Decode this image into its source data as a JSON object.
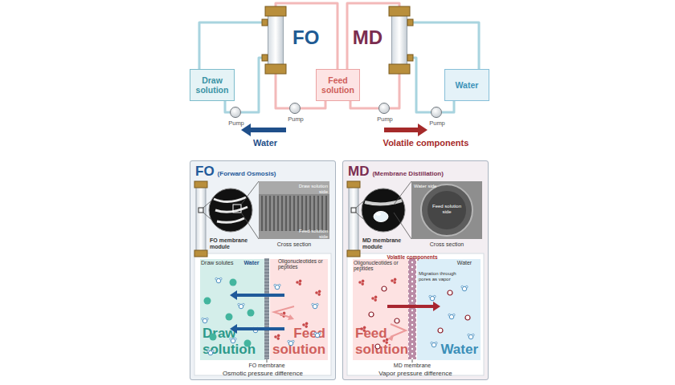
{
  "diagram": {
    "nodes": [
      {
        "text": [
          "FO"
        ]
      },
      {
        "text": [
          "MD"
        ]
      },
      {
        "text": [
          "Draw solution"
        ]
      },
      {
        "text": [
          "Feed solution"
        ]
      },
      {
        "text": [
          "Water"
        ]
      },
      {
        "text": [
          "Pump"
        ]
      },
      {
        "text": [
          "Pump"
        ]
      },
      {
        "text": [
          "Pump"
        ]
      },
      {
        "text": [
          "Pump"
        ]
      },
      {
        "text": [
          "FO",
          "(Forward Osmosis)"
        ]
      },
      {
        "text": [
          "MD",
          "(Membrane Distillation)"
        ]
      },
      {
        "text": [
          "Draw solution"
        ],
        "in": 9
      },
      {
        "text": [
          "Feed solution"
        ],
        "in": 9
      },
      {
        "text": [
          "Feed solution"
        ],
        "in": 10
      },
      {
        "text": [
          "Water"
        ],
        "in": 10
      }
    ],
    "edges": [
      {
        "from": 2,
        "to": 5,
        "arrow": "none"
      },
      {
        "from": 5,
        "to": 0,
        "arrow": "none"
      },
      {
        "from": 0,
        "to": 2,
        "arrow": "none"
      },
      {
        "from": 3,
        "to": 6,
        "arrow": "none"
      },
      {
        "from": 6,
        "to": 0,
        "arrow": "none"
      },
      {
        "from": 0,
        "to": 3,
        "arrow": "none"
      },
      {
        "from": 3,
        "to": 7,
        "arrow": "none"
      },
      {
        "from": 7,
        "to": 1,
        "arrow": "none"
      },
      {
        "from": 1,
        "to": 3,
        "arrow": "none"
      },
      {
        "from": 4,
        "to": 8,
        "arrow": "none"
      },
      {
        "from": 8,
        "to": 1,
        "arrow": "none"
      },
      {
        "from": 1,
        "to": 4,
        "arrow": "none"
      }
    ],
    "labels": [
      "Water",
      "Volatile components",
      "FO membrane module",
      "Draw solution side",
      "Feed solution side",
      "Cross section",
      "Draw solutes",
      "Water",
      "Oligonucleotides or peptides",
      "FO membrane",
      "Osmotic pressure difference",
      "MD membrane module",
      "Water side",
      "Feed solution side",
      "Cross section",
      "Oligonucleotides or peptides",
      "Volatile components",
      "Migration through pores as vapor",
      "Water",
      "MD membrane",
      "Vapor pressure difference"
    ]
  }
}
